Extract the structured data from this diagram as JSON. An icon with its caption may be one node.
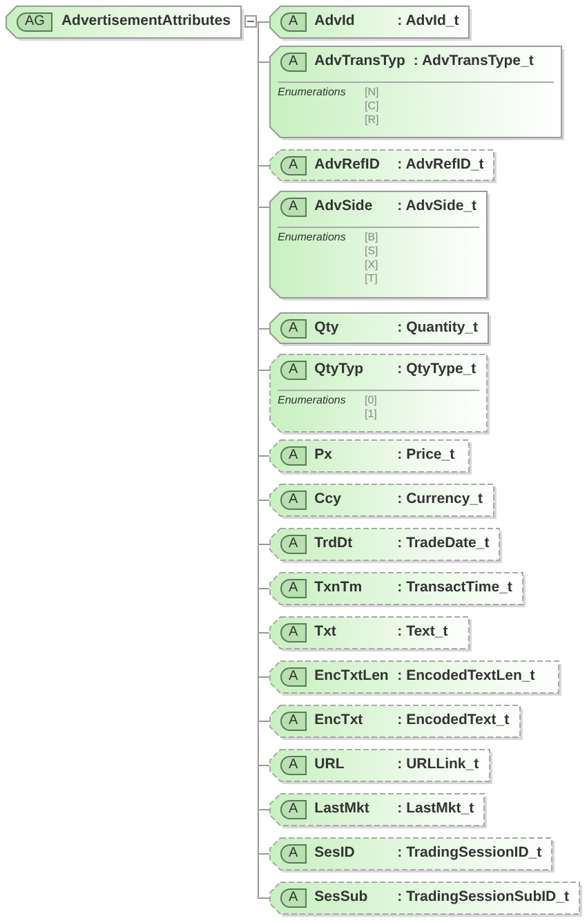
{
  "diagram": {
    "nodes": [
      {
        "text": [
          "AG",
          "AdvertisementAttributes"
        ]
      },
      {
        "text": [
          "A",
          "AdvId",
          ": AdvId_t"
        ]
      },
      {
        "text": [
          "A",
          "AdvTransTyp",
          ": AdvTransType_t",
          "Enumerations",
          "[N]",
          "[C]",
          "[R]"
        ]
      },
      {
        "text": [
          "A",
          "AdvRefID",
          ": AdvRefID_t"
        ]
      },
      {
        "text": [
          "A",
          "AdvSide",
          ": AdvSide_t",
          "Enumerations",
          "[B]",
          "[S]",
          "[X]",
          "[T]"
        ]
      },
      {
        "text": [
          "A",
          "Qty",
          ": Quantity_t"
        ]
      },
      {
        "text": [
          "A",
          "QtyTyp",
          ": QtyType_t",
          "Enumerations",
          "[0]",
          "[1]"
        ]
      },
      {
        "text": [
          "A",
          "Px",
          ": Price_t"
        ]
      },
      {
        "text": [
          "A",
          "Ccy",
          ": Currency_t"
        ]
      },
      {
        "text": [
          "A",
          "TrdDt",
          ": TradeDate_t"
        ]
      },
      {
        "text": [
          "A",
          "TxnTm",
          ": TransactTime_t"
        ]
      },
      {
        "text": [
          "A",
          "Txt",
          ": Text_t"
        ]
      },
      {
        "text": [
          "A",
          "EncTxtLen",
          ": EncodedTextLen_t"
        ]
      },
      {
        "text": [
          "A",
          "EncTxt",
          ": EncodedText_t"
        ]
      },
      {
        "text": [
          "A",
          "URL",
          ": URLLink_t"
        ]
      },
      {
        "text": [
          "A",
          "LastMkt",
          ": LastMkt_t"
        ]
      },
      {
        "text": [
          "A",
          "SesID",
          ": TradingSessionID_t"
        ]
      },
      {
        "text": [
          "A",
          "SesSub",
          ": TradingSessionSubID_t"
        ]
      }
    ],
    "edges": [
      {
        "from": 0,
        "to": 1,
        "arrow": "none"
      },
      {
        "from": 0,
        "to": 2,
        "arrow": "none"
      },
      {
        "from": 0,
        "to": 3,
        "arrow": "none"
      },
      {
        "from": 0,
        "to": 4,
        "arrow": "none"
      },
      {
        "from": 0,
        "to": 5,
        "arrow": "none"
      },
      {
        "from": 0,
        "to": 6,
        "arrow": "none"
      },
      {
        "from": 0,
        "to": 7,
        "arrow": "none"
      },
      {
        "from": 0,
        "to": 8,
        "arrow": "none"
      },
      {
        "from": 0,
        "to": 9,
        "arrow": "none"
      },
      {
        "from": 0,
        "to": 10,
        "arrow": "none"
      },
      {
        "from": 0,
        "to": 11,
        "arrow": "none"
      },
      {
        "from": 0,
        "to": 12,
        "arrow": "none"
      },
      {
        "from": 0,
        "to": 13,
        "arrow": "none"
      },
      {
        "from": 0,
        "to": 14,
        "arrow": "none"
      },
      {
        "from": 0,
        "to": 15,
        "arrow": "none"
      },
      {
        "from": 0,
        "to": 16,
        "arrow": "none"
      },
      {
        "from": 0,
        "to": 17,
        "arrow": "none"
      }
    ]
  }
}
